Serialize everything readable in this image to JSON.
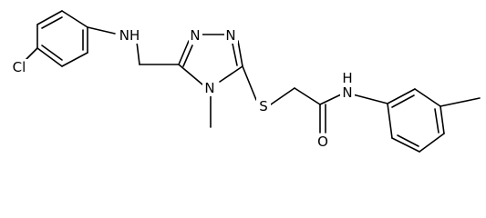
{
  "structure": {
    "atom_labels": {
      "cl": "Cl",
      "nh_amine": "NH",
      "n_triazole_1": "N",
      "n_triazole_2": "N",
      "n_methyl": "N",
      "s_thioether": "S",
      "o_carbonyl": "O",
      "nh_amide": "N",
      "h_amide": "H"
    }
  }
}
